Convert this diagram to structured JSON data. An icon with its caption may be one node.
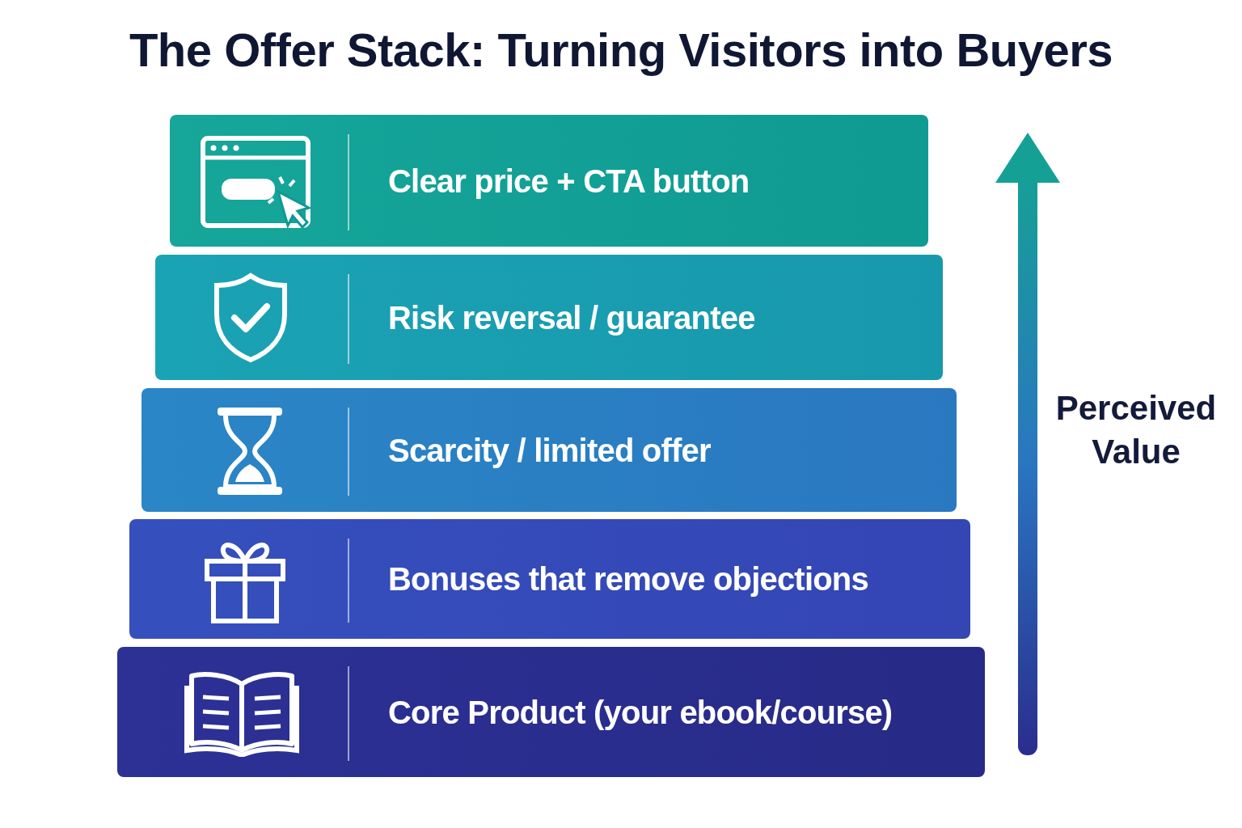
{
  "diagram": {
    "title": "The Offer Stack: Turning Visitors into Buyers",
    "nodes": [
      {
        "text": [
          "Clear price + CTA button"
        ]
      },
      {
        "text": [
          "Risk reversal / guarantee"
        ]
      },
      {
        "text": [
          "Scarcity / limited offer"
        ]
      },
      {
        "text": [
          "Bonuses that remove objections"
        ]
      },
      {
        "text": [
          "Core Product (your ebook/course)"
        ]
      }
    ],
    "labels": [
      "Perceived Value"
    ]
  }
}
